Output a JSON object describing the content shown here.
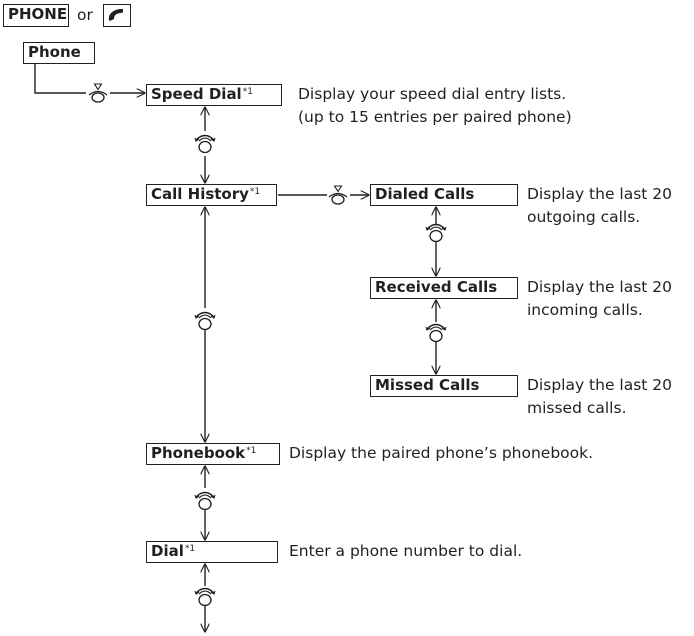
{
  "header": {
    "button_label": "PHONE",
    "or_text": "or",
    "phone_icon": "phone-handset-icon"
  },
  "root_box": {
    "label": "Phone"
  },
  "speed_dial": {
    "label": "Speed Dial",
    "footnote": "*1",
    "desc_line1": "Display your speed dial entry lists.",
    "desc_line2": "(up to 15 entries per paired phone)"
  },
  "call_history": {
    "label": "Call History",
    "footnote": "*1"
  },
  "dialed_calls": {
    "label": "Dialed Calls",
    "desc_line1": "Display the last 20",
    "desc_line2": "outgoing calls."
  },
  "received_calls": {
    "label": "Received Calls",
    "desc_line1": "Display the last 20",
    "desc_line2": "incoming calls."
  },
  "missed_calls": {
    "label": "Missed Calls",
    "desc_line1": "Display the last 20",
    "desc_line2": "missed calls."
  },
  "phonebook": {
    "label": "Phonebook",
    "footnote": "*1",
    "desc": "Display the paired phone’s phonebook."
  },
  "dial": {
    "label": "Dial",
    "footnote": "*1",
    "desc": "Enter a phone number to dial."
  },
  "icons": {
    "press": "press-knob-icon",
    "rotate": "rotate-knob-icon"
  }
}
